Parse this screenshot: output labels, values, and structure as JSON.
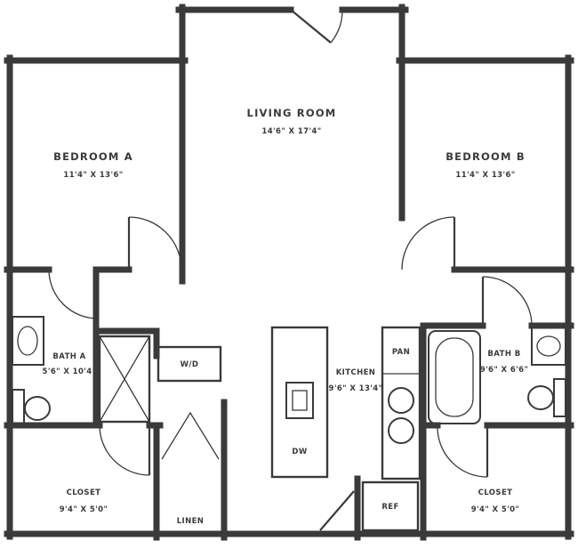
{
  "colors": {
    "wall": "#3a3a3a",
    "background": "#ffffff"
  },
  "rooms": {
    "living": {
      "name": "LIVING ROOM",
      "dims": "14'6\" X 17'4\""
    },
    "bedroom_a": {
      "name": "BEDROOM A",
      "dims": "11'4\" X 13'6\""
    },
    "bedroom_b": {
      "name": "BEDROOM B",
      "dims": "11'4\" X 13'6\""
    },
    "bath_a": {
      "name": "BATH A",
      "dims": "5'6\" X 10'4\""
    },
    "bath_b": {
      "name": "BATH B",
      "dims": "9'6\" X 6'6\""
    },
    "kitchen": {
      "name": "KITCHEN",
      "dims": "9'6\" X 13'4\""
    },
    "closet_a": {
      "name": "CLOSET",
      "dims": "9'4\" X 5'0\""
    },
    "closet_b": {
      "name": "CLOSET",
      "dims": "9'4\" X 5'0\""
    }
  },
  "labels": {
    "washer_dryer": "W/D",
    "pantry": "PAN",
    "refrigerator": "REF",
    "linen": "LINEN",
    "dishwasher": "DW"
  }
}
